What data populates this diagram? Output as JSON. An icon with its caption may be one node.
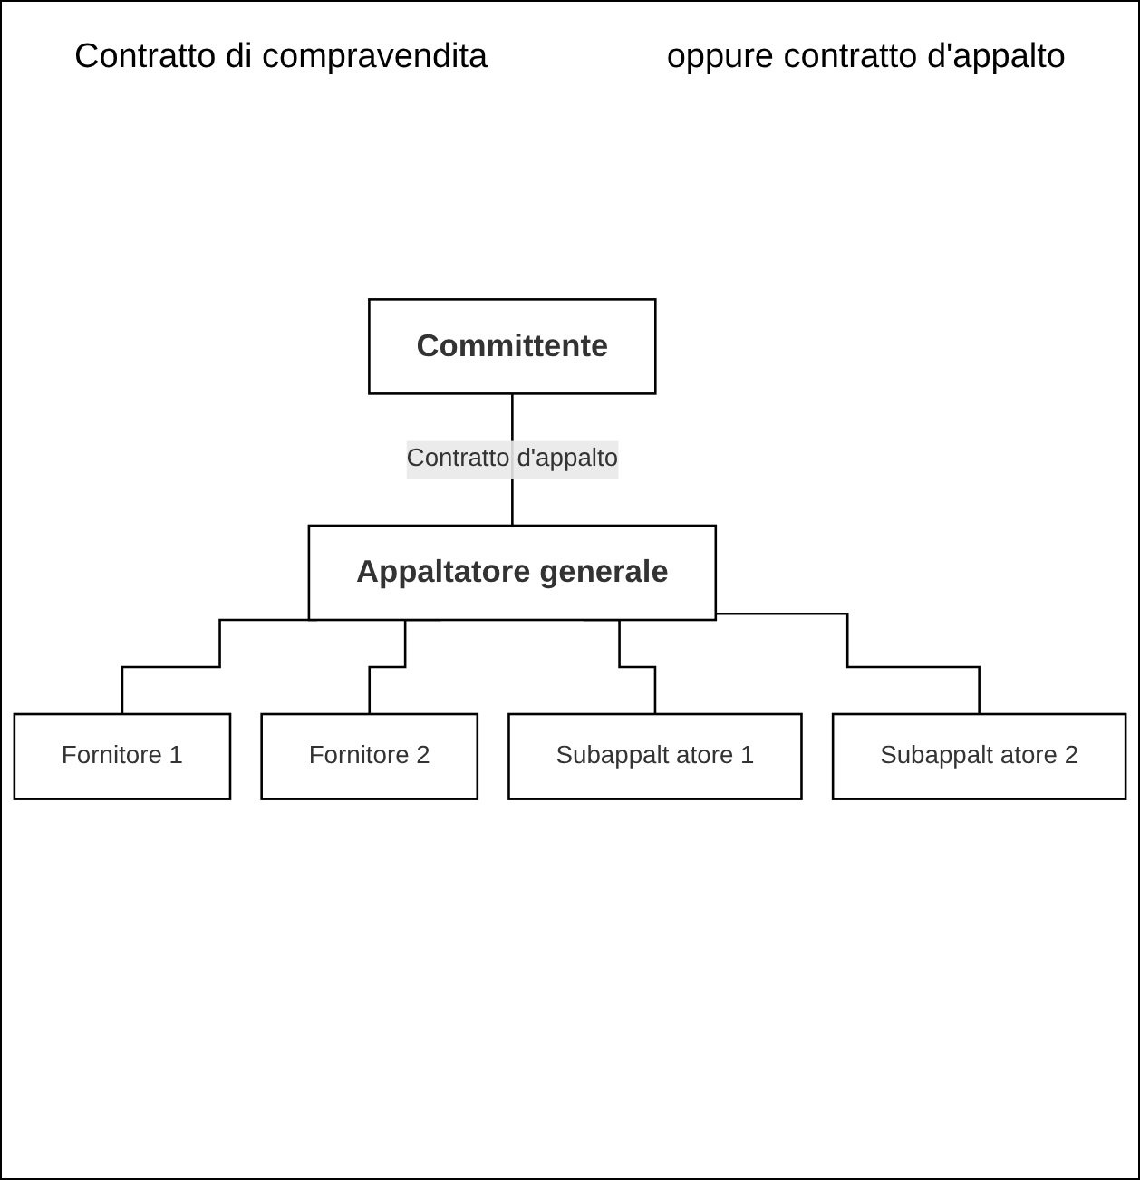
{
  "diagram": {
    "nodes": [
      {
        "text": [
          "Committente"
        ]
      },
      {
        "text": [
          "Appaltatore generale"
        ]
      },
      {
        "text": [
          "Fornitore 1"
        ]
      },
      {
        "text": [
          "Fornitore 2"
        ]
      },
      {
        "text": [
          "Subappalt atore 1"
        ]
      },
      {
        "text": [
          "Subappalt atore 2"
        ]
      }
    ],
    "edges": [
      {
        "from": 0,
        "to": 1,
        "arrow": "none",
        "label": "Contratto d'appalto"
      },
      {
        "from": 1,
        "to": 2,
        "arrow": "none"
      },
      {
        "from": 1,
        "to": 3,
        "arrow": "none"
      },
      {
        "from": 1,
        "to": 4,
        "arrow": "none"
      },
      {
        "from": 1,
        "to": 5,
        "arrow": "none"
      }
    ],
    "labels": [
      "Contratto di compravendita",
      "oppure contratto d'appalto"
    ]
  }
}
